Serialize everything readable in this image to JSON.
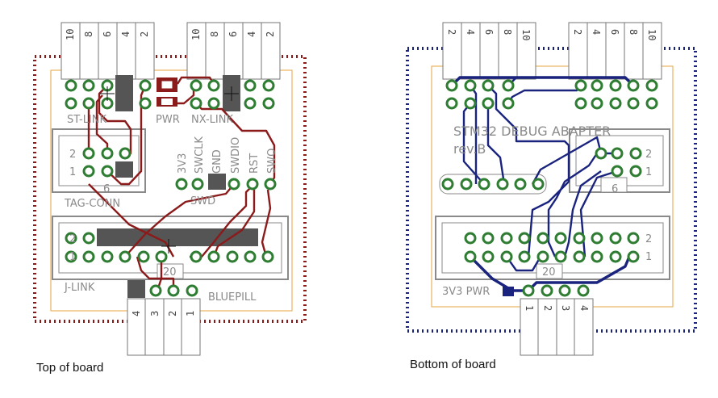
{
  "captions": {
    "top": "Top of board",
    "bottom": "Bottom of board"
  },
  "colors": {
    "top_copper": "#8b1a1a",
    "bottom_copper": "#1a237e",
    "pad": "#2e7d32",
    "outline": "#e8a640",
    "silkscreen": "#8a8a8a"
  },
  "top": {
    "header_stlink": [
      "10",
      "8",
      "6",
      "4",
      "2"
    ],
    "header_nxlink": [
      "10",
      "8",
      "6",
      "4",
      "2"
    ],
    "stlink_label": "ST-LINK",
    "pwr_label": "PWR",
    "nxlink_label": "NX-LINK",
    "tag_pin_2": "2",
    "tag_pin_1": "1",
    "tag_pin_6": "6",
    "tagconn_label": "TAG-CONN",
    "swd_pins": [
      "3V3",
      "SWCLK",
      "GND",
      "SWDIO",
      "RST",
      "SWO"
    ],
    "swd_label": "SWD",
    "jlink_pin_2": "2",
    "jlink_pin_1": "1",
    "jlink_pin_20": "20",
    "jlink_label": "J-LINK",
    "bluepill_label": "BLUEPILL",
    "bottom_header": [
      "4",
      "3",
      "2",
      "1"
    ]
  },
  "bottom": {
    "header_left": [
      "2",
      "4",
      "6",
      "8",
      "10"
    ],
    "header_right": [
      "2",
      "4",
      "6",
      "8",
      "10"
    ],
    "title": "STM32 DEBUG ABAPTER",
    "rev": "rev.B",
    "tag_pin_2": "2",
    "tag_pin_1": "1",
    "tag_pin_6": "6",
    "jlink_pin_2": "2",
    "jlink_pin_1": "1",
    "jlink_pin_20": "20",
    "pwr_label": "3V3 PWR",
    "bottom_header": [
      "1",
      "2",
      "3",
      "4"
    ]
  }
}
